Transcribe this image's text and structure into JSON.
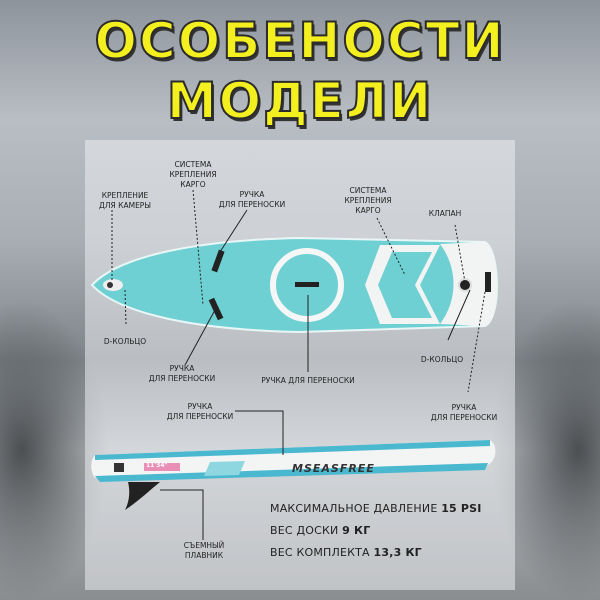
{
  "title": {
    "line1": "ОСОБЕНОСТИ",
    "line2": "МОДЕЛИ"
  },
  "colors": {
    "title": "#f4ef1f",
    "board": "#6fd0d3",
    "board_side": "#4ab8cf"
  },
  "callouts": {
    "camera_mount": [
      "КРЕПЛЕНИЕ",
      "ДЛЯ КАМЕРЫ"
    ],
    "cargo_left": [
      "СИСТЕМА",
      "КРЕПЛЕНИЯ",
      "КАРГО"
    ],
    "handle_top": [
      "РУЧКА",
      "ДЛЯ ПЕРЕНОСКИ"
    ],
    "cargo_right": [
      "СИСТЕМА",
      "КРЕПЛЕНИЯ",
      "КАРГО"
    ],
    "valve": "КЛАПАН",
    "d_ring_left": "D-КОЛЬЦО",
    "handle_bottom": [
      "РУЧКА",
      "ДЛЯ ПЕРЕНОСКИ"
    ],
    "handle_center": "РУЧКА ДЛЯ ПЕРЕНОСКИ",
    "d_ring_right": "D-КОЛЬЦО",
    "handle_right": [
      "РУЧКА",
      "ДЛЯ ПЕРЕНОСКИ"
    ],
    "handle_side": [
      "РУЧКА",
      "ДЛЯ ПЕРЕНОСКИ"
    ],
    "fin": [
      "СЪЕМНЫЙ",
      "ПЛАВНИК"
    ]
  },
  "board": {
    "brand": "MSEASFREE",
    "size": "11'34\""
  },
  "specs": [
    {
      "label": "МАКСИМАЛЬНОЕ ДАВЛЕНИЕ",
      "value": "15 PSI"
    },
    {
      "label": "ВЕС ДОСКИ",
      "value": "9 КГ"
    },
    {
      "label": "ВЕС КОМПЛЕКТА",
      "value": "13,3 КГ"
    }
  ]
}
